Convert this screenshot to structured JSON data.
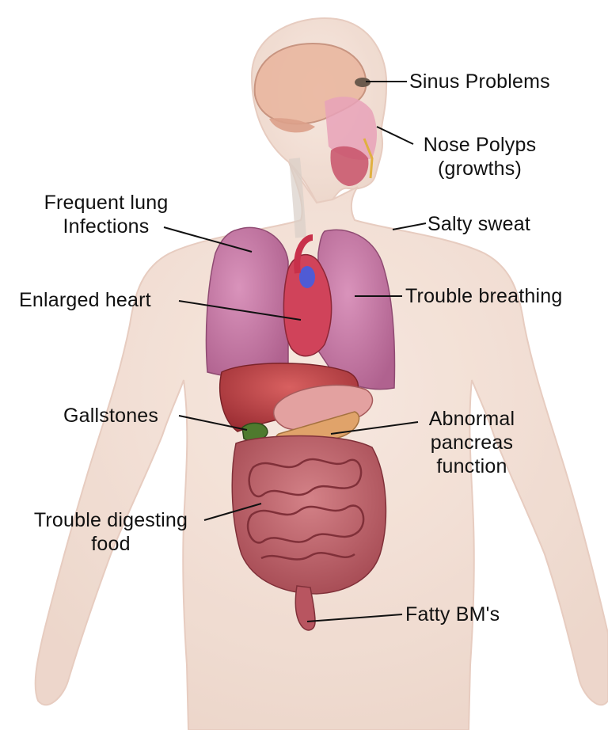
{
  "labels": {
    "sinus": "Sinus Problems",
    "nose_line1": "Nose Polyps",
    "nose_line2": "(growths)",
    "sweat": "Salty sweat",
    "lung_line1": "Frequent lung",
    "lung_line2": "Infections",
    "heart": "Enlarged heart",
    "breathing": "Trouble breathing",
    "gallstones": "Gallstones",
    "pancreas_line1": "Abnormal",
    "pancreas_line2": "pancreas",
    "pancreas_line3": "function",
    "digest_line1": "Trouble digesting",
    "digest_line2": "food",
    "bm": "Fatty BM's"
  },
  "colors": {
    "body": "#f3dcd0",
    "lungs": "#c97aa6",
    "heart": "#d0435a",
    "liver": "#b8383e",
    "intestines": "#c0646b",
    "gallbladder": "#4e7a2e",
    "pancreas": "#e0a36a"
  }
}
